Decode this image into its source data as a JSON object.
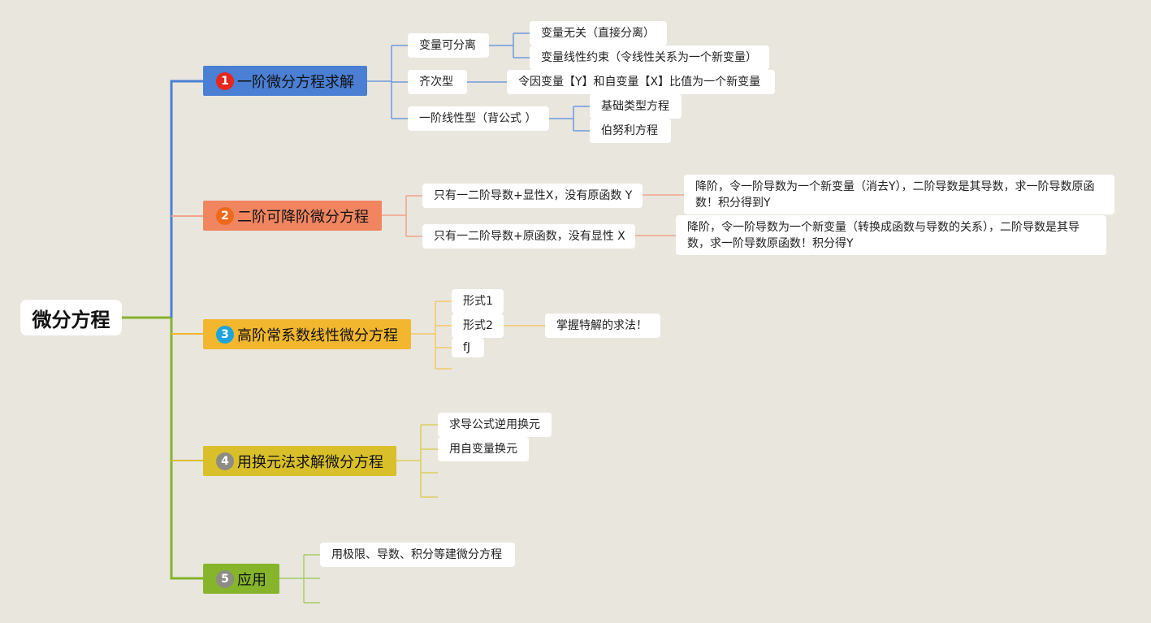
{
  "root": {
    "label": "微分方程"
  },
  "colors": {
    "background": "#e9e6de",
    "trunk": "#84b32c",
    "b1": "#4a7fd4",
    "b1_line": "#6f98dc",
    "b2": "#f08560",
    "b2_line": "#f0a488",
    "b3": "#f2b72e",
    "b3_line": "#f3c96a",
    "b4": "#d9c02a",
    "b4_line": "#dccd5e",
    "b5": "#86b52c",
    "b5_line": "#a8cb6a"
  },
  "branches": [
    {
      "number": "1",
      "label": "一阶微分方程求解",
      "badge_color": "#e8261b"
    },
    {
      "number": "2",
      "label": "二阶可降阶微分方程",
      "badge_color": "#ee6a1a"
    },
    {
      "number": "3",
      "label": "高阶常系数线性微分方程",
      "badge_color": "#1ea4dc"
    },
    {
      "number": "4",
      "label": "用换元法求解微分方程",
      "badge_color": "#8c8c85"
    },
    {
      "number": "5",
      "label": "应用",
      "badge_color": "#8c8c85"
    }
  ],
  "b1": {
    "sep": "变量可分离",
    "sep_children": [
      "变量无关（直接分离）",
      "变量线性约束（令线性关系为一个新变量）"
    ],
    "homo": "齐次型",
    "homo_child": "令因变量【Y】和自变量【X】比值为一个新变量",
    "linear": "一阶线性型（背公式 ）",
    "linear_children": [
      "基础类型方程",
      "伯努利方程"
    ]
  },
  "b2": {
    "c1": "只有一二阶导数+显性X，没有原函数 Y",
    "c1_detail": "降阶，令一阶导数为一个新变量（消去Y），二阶导数是其导数，求一阶导数原函数！积分得到Y",
    "c2": "只有一二阶导数+原函数，没有显性 X",
    "c2_detail": "降阶，令一阶导数为一个新变量（转换成函数与导数的关系），二阶导数是其导数，求一阶导数原函数！积分得Y"
  },
  "b3": {
    "f1": "形式1",
    "f2": "形式2",
    "f2_child": "掌握特解的求法！",
    "f3": "fJ"
  },
  "b4": {
    "c1": "求导公式逆用换元",
    "c2": "用自变量换元"
  },
  "b5": {
    "c1": "用极限、导数、积分等建微分方程"
  }
}
